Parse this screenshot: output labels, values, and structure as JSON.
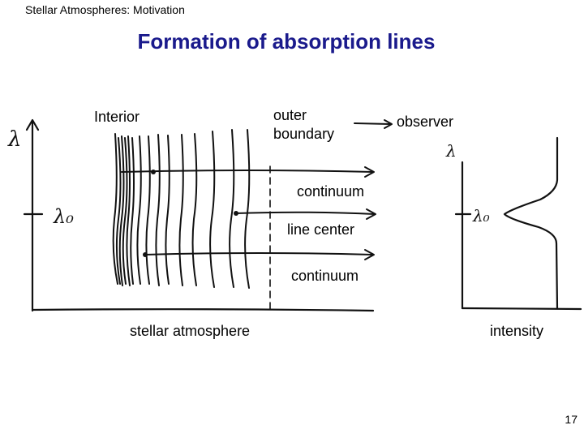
{
  "header": "Stellar Atmospheres:   Motivation",
  "title": "Formation of absorption lines",
  "labels": {
    "interior": "Interior",
    "outer_boundary_line1": "outer",
    "outer_boundary_line2": "boundary",
    "observer": "observer",
    "continuum_top": "continuum",
    "line_center": "line center",
    "continuum_bottom": "continuum",
    "stellar_atmosphere": "stellar atmosphere",
    "intensity": "intensity"
  },
  "sketch": {
    "lambda_symbol": "λ",
    "lambda_zero_symbol": "λ₀"
  },
  "page_number": "17"
}
